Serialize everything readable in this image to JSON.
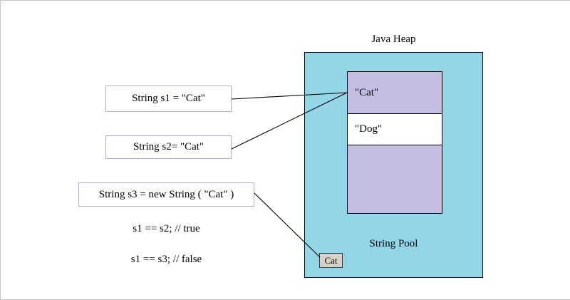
{
  "diagram": {
    "title_visible": false,
    "heap": {
      "label": "Java Heap",
      "pool_label": "String Pool",
      "fill_color": "#92d6e8",
      "border_color": "#000000"
    },
    "string_pool": {
      "cells": [
        {
          "label": "\"Cat\"",
          "fill": "purple"
        },
        {
          "label": "\"Dog\"",
          "fill": "white"
        },
        {
          "label": "",
          "fill": "purple"
        }
      ],
      "purple_color": "#c5bee3",
      "white_color": "#ffffff"
    },
    "heap_object": {
      "label": "Cat",
      "fill_color": "#d6d2c8",
      "border_color": "#3a3a3a"
    },
    "code_boxes": [
      {
        "id": "s1",
        "text": "String s1 = \"Cat\""
      },
      {
        "id": "s2",
        "text": "String s2= \"Cat\""
      },
      {
        "id": "s3",
        "text": "String s3 = new String ( \"Cat\" )"
      }
    ],
    "comparisons": [
      {
        "text": "s1 == s2; // true"
      },
      {
        "text": "s1 == s3; // false"
      }
    ],
    "connectors": [
      {
        "name": "s1-to-cat-pool-entry",
        "from": "s1",
        "to": "pool-cat"
      },
      {
        "name": "s2-to-cat-pool-entry",
        "from": "s2",
        "to": "pool-cat"
      },
      {
        "name": "s3-to-heap-cat-object",
        "from": "s3",
        "to": "heap-object"
      }
    ]
  }
}
